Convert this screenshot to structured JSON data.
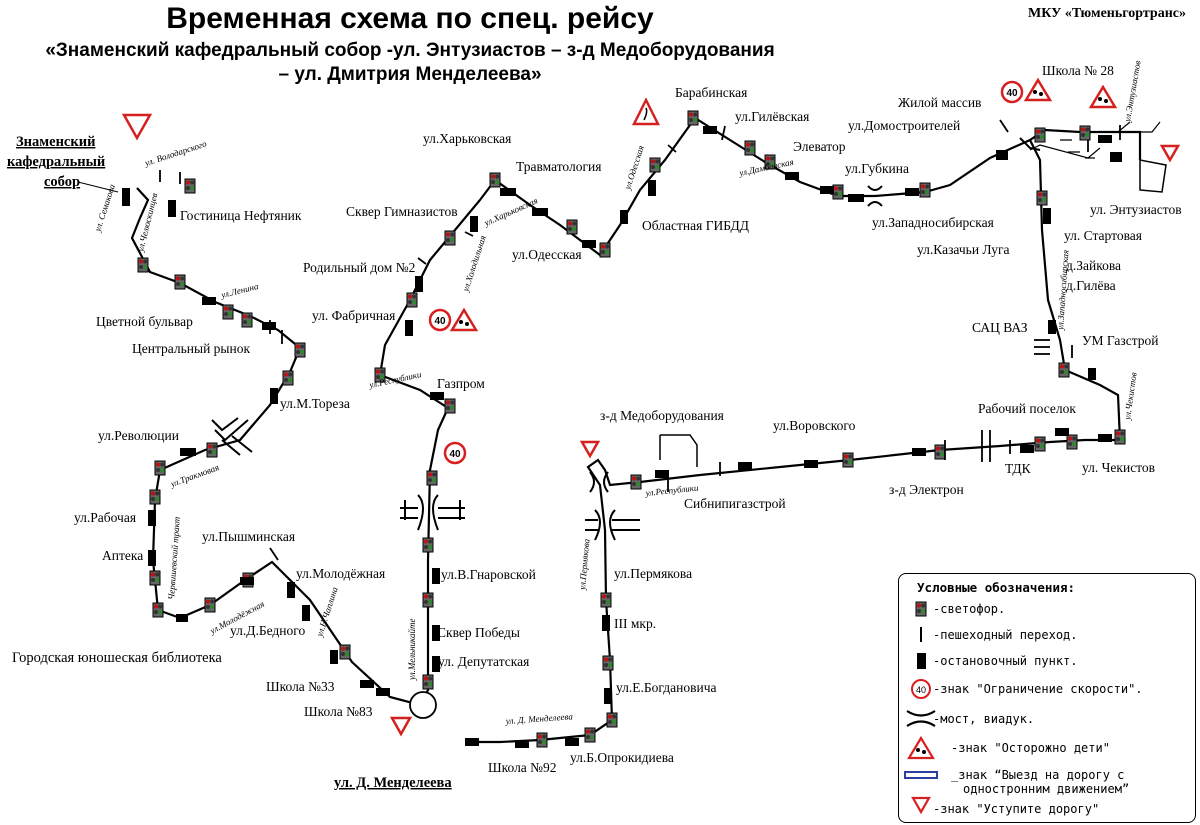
{
  "header": {
    "title": "Временная схема по спец. рейсу",
    "subtitle_line1": "«Знаменский кафедральный собор -ул. Энтузиастов – з-д Медоборудования",
    "subtitle_line2": "– ул. Дмитрия Менделеева»",
    "organization": "МКУ «Тюменьгортранс»"
  },
  "terminals": {
    "start": [
      "Знаменский",
      "кафедральный",
      "собор"
    ],
    "end": "ул. Д. Менделеева"
  },
  "stops": [
    "Гостиница Нефтяник",
    "Цветной бульвар",
    "Центральный рынок",
    "ул.М.Тореза",
    "ул.Революции",
    "ул.Рабочая",
    "Аптека",
    "Городская юношеская библиотека",
    "ул.Пышминская",
    "ул.Молодёжная",
    "ул.Д.Бедного",
    "Школа №33",
    "Школа №83",
    "ул.В.Гнаровской",
    "Сквер Победы",
    "ул. Депутатская",
    "Газпром",
    "ул. Фабричная",
    "Родильный дом №2",
    "Сквер Гимназистов",
    "ул.Харьковская",
    "Травматология",
    "ул.Одесская",
    "Областная ГИБДД",
    "Барабинская",
    "ул.Гилёвская",
    "Элеватор",
    "ул.Губкина",
    "ул.Домостроителей",
    "Жилой массив",
    "ул.Западносибирская",
    "ул.Казачьи Луга",
    "Школа № 28",
    "ул. Энтузиастов",
    "ул. Стартовая",
    "д.Зайкова",
    "д.Гилёва",
    "САЦ ВАЗ",
    "УМ Газстрой",
    "Рабочий поселок",
    "ул. Чекистов",
    "ТДК",
    "з-д Электрон",
    "ул.Воровского",
    "Сибнипигазстрой",
    "з-д Медоборудования",
    "ул.Пермякова",
    "III мкр.",
    "ул.Е.Богдановича",
    "ул.Б.Опрокидиева",
    "Школа №92"
  ],
  "streets": [
    "ул. Семакова",
    "ул. Володарского",
    "ул.Челюскинцев",
    "ул.Ленина",
    "ул.Тракмовая",
    "Червишевский тракт",
    "ул.Молодёжная",
    "ул.Н.Чаплина",
    "ул.Мельникайте",
    "ул.Республики",
    "ул.Холодильная",
    "ул.Харьковская",
    "ул.Одесская",
    "ул.Дамбовская",
    "ул.Западносибирская",
    "ул.Энтузиастов",
    "ул.Чекистов",
    "ул.Республики",
    "ул.Пермякова",
    "ул. Д. Менделеева"
  ],
  "speed_limit": "40",
  "legend": {
    "title": "Условные обозначения:",
    "items": [
      {
        "icon": "traffic-light-icon",
        "label": "-светофор."
      },
      {
        "icon": "pedestrian-crossing-icon",
        "label": "-пешеходный переход."
      },
      {
        "icon": "bus-stop-icon",
        "label": "-остановочный пункт."
      },
      {
        "icon": "speed-limit-sign-icon",
        "label": "-знак \"Ограничение скорости\"."
      },
      {
        "icon": "bridge-icon",
        "label": "-мост, виадук."
      },
      {
        "icon": "children-warning-sign-icon",
        "label": "-знак \"Осторожно дети\""
      },
      {
        "icon": "one-way-exit-sign-icon",
        "label": "_знак “Выезд на дорогу с",
        "label2": "одностронним движением”"
      },
      {
        "icon": "yield-sign-icon",
        "label": "-знак \"Уступите дорогу\""
      }
    ]
  },
  "colors": {
    "route": "#000000",
    "sign_red": "#d62020",
    "sign_blue": "#2a3f9e"
  }
}
